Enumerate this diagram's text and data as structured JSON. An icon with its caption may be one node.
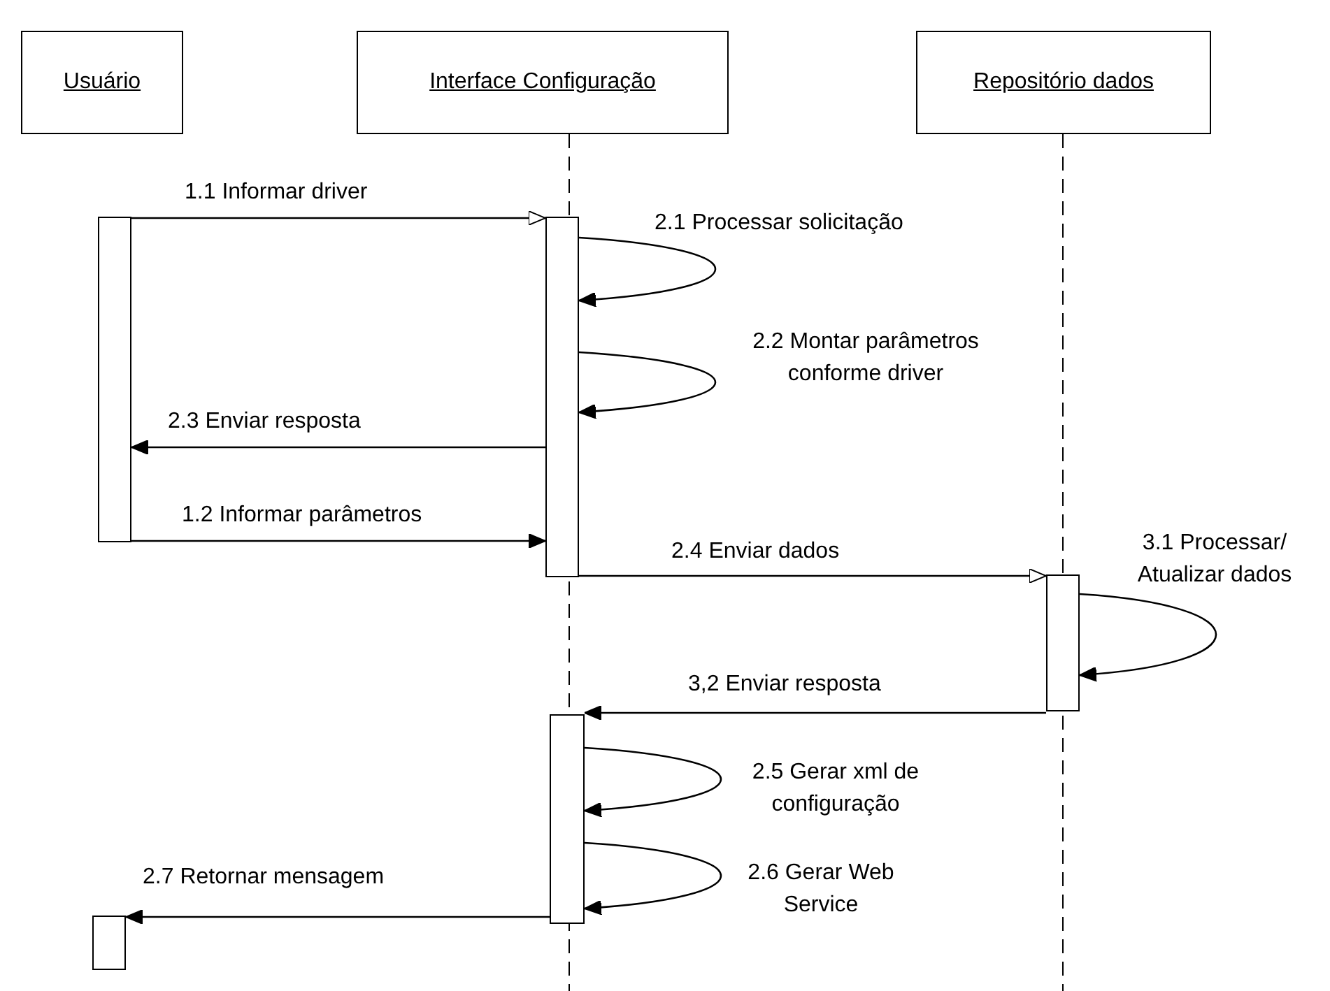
{
  "diagram": {
    "nodes": [
      {
        "text": [
          "Usuário"
        ]
      },
      {
        "text": [
          "Interface Configuração"
        ]
      },
      {
        "text": [
          "Repositório dados"
        ]
      },
      {
        "text": [],
        "shape": "bar"
      },
      {
        "text": [],
        "shape": "bar"
      },
      {
        "text": [],
        "shape": "bar"
      },
      {
        "text": [],
        "shape": "bar"
      },
      {
        "text": [],
        "shape": "bar"
      }
    ],
    "edges": [
      {
        "from": 3,
        "to": 4,
        "arrow": "to",
        "label": "1.1 Informar driver"
      },
      {
        "from": 4,
        "to": 4,
        "arrow": "to",
        "label": "2.1 Processar solicitação"
      },
      {
        "from": 4,
        "to": 4,
        "arrow": "to",
        "label": "2.2 Montar parâmetros conforme driver"
      },
      {
        "from": 4,
        "to": 3,
        "arrow": "to",
        "label": "2.3 Enviar resposta"
      },
      {
        "from": 3,
        "to": 4,
        "arrow": "to",
        "label": "1.2 Informar parâmetros"
      },
      {
        "from": 4,
        "to": 5,
        "arrow": "to",
        "label": "2.4 Enviar dados"
      },
      {
        "from": 5,
        "to": 5,
        "arrow": "to",
        "label": "3.1 Processar/ Atualizar dados"
      },
      {
        "from": 5,
        "to": 6,
        "arrow": "to",
        "label": "3,2 Enviar resposta"
      },
      {
        "from": 6,
        "to": 6,
        "arrow": "to",
        "label": "2.5 Gerar xml de configuração"
      },
      {
        "from": 6,
        "to": 6,
        "arrow": "to",
        "label": "2.6 Gerar Web Service"
      },
      {
        "from": 6,
        "to": 7,
        "arrow": "to",
        "label": "2.7 Retornar mensagem"
      }
    ]
  }
}
